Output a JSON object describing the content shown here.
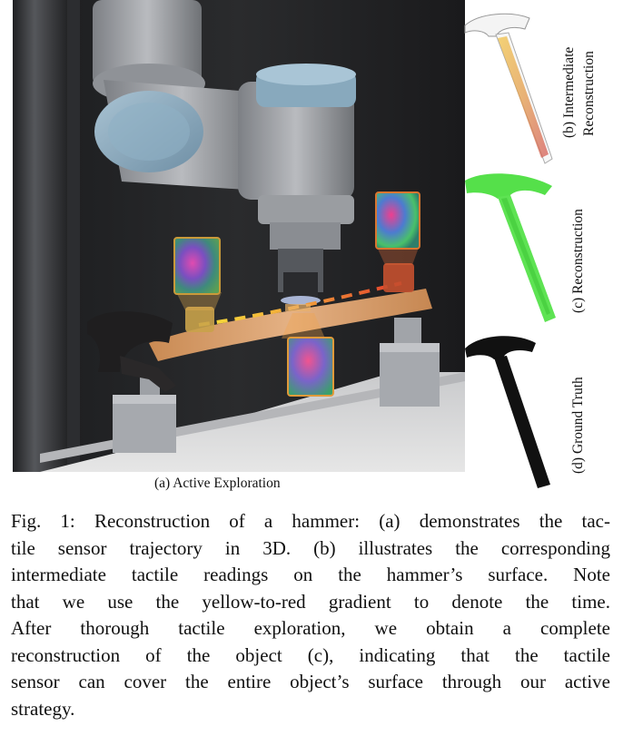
{
  "panel_a": {
    "caption": "(a) Active Exploration"
  },
  "panel_b": {
    "label_line1": "(b) Intermediate",
    "label_line2": "Reconstruction"
  },
  "panel_c": {
    "label": "(c) Reconstruction"
  },
  "panel_d": {
    "label": "(d) Ground Truth"
  },
  "figure_caption": {
    "lines": [
      "Fig. 1: Reconstruction of a hammer: (a) demonstrates the tac-",
      "tile sensor trajectory in 3D. (b) illustrates the corresponding",
      "intermediate tactile readings on the hammer’s surface. Note",
      "that we use the yellow-to-red gradient to denote the time.",
      "After thorough tactile exploration, we obtain a complete",
      "reconstruction of the object (c), indicating that the tactile",
      "sensor can cover the entire object’s surface through our active",
      "strategy."
    ]
  },
  "colors": {
    "trajectory_start": "#f7e13a",
    "trajectory_end": "#e23a2a",
    "reconstruction_green": "#55e04a",
    "ground_truth": "#111111",
    "wood": "#d9a06a"
  }
}
